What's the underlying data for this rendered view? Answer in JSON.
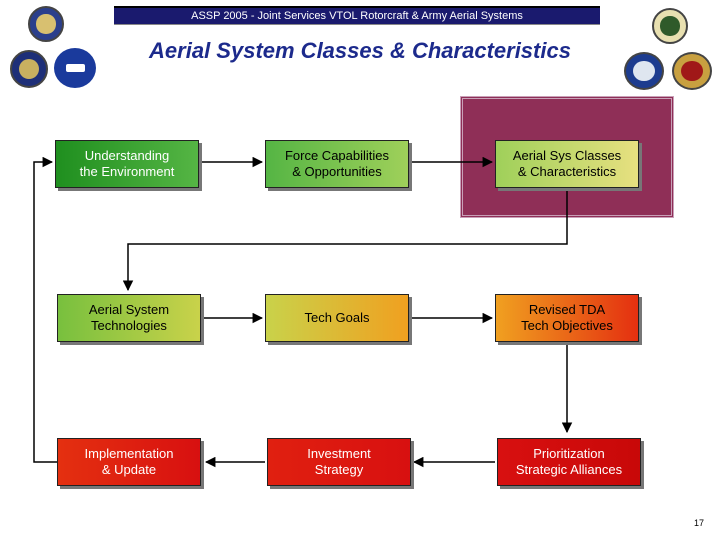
{
  "header": {
    "banner": "ASSP 2005 - Joint Services VTOL Rotorcraft & Army Aerial Systems",
    "title": "Aerial System Classes & Characteristics"
  },
  "colors": {
    "accent": "#1c2a8c",
    "highlight": "#8f2f57",
    "banner": "#1a1a6e"
  },
  "icons": [
    "dod-seal-icon",
    "navy-seal-icon",
    "nasa-logo-icon",
    "army-seal-icon",
    "air-force-seal-icon",
    "marine-corps-seal-icon"
  ],
  "boxes": {
    "understanding": "Understanding\nthe Environment",
    "force": "Force Capabilities\n& Opportunities",
    "aerial_sys_classes": "Aerial Sys Classes\n& Characteristics",
    "technologies": "Aerial System\nTechnologies",
    "tech_goals": "Tech Goals",
    "revised_tda": "Revised TDA\nTech Objectives",
    "implementation": "Implementation\n& Update",
    "investment": "Investment\nStrategy",
    "prioritization": "Prioritization\nStrategic Alliances"
  },
  "page_number": "17"
}
